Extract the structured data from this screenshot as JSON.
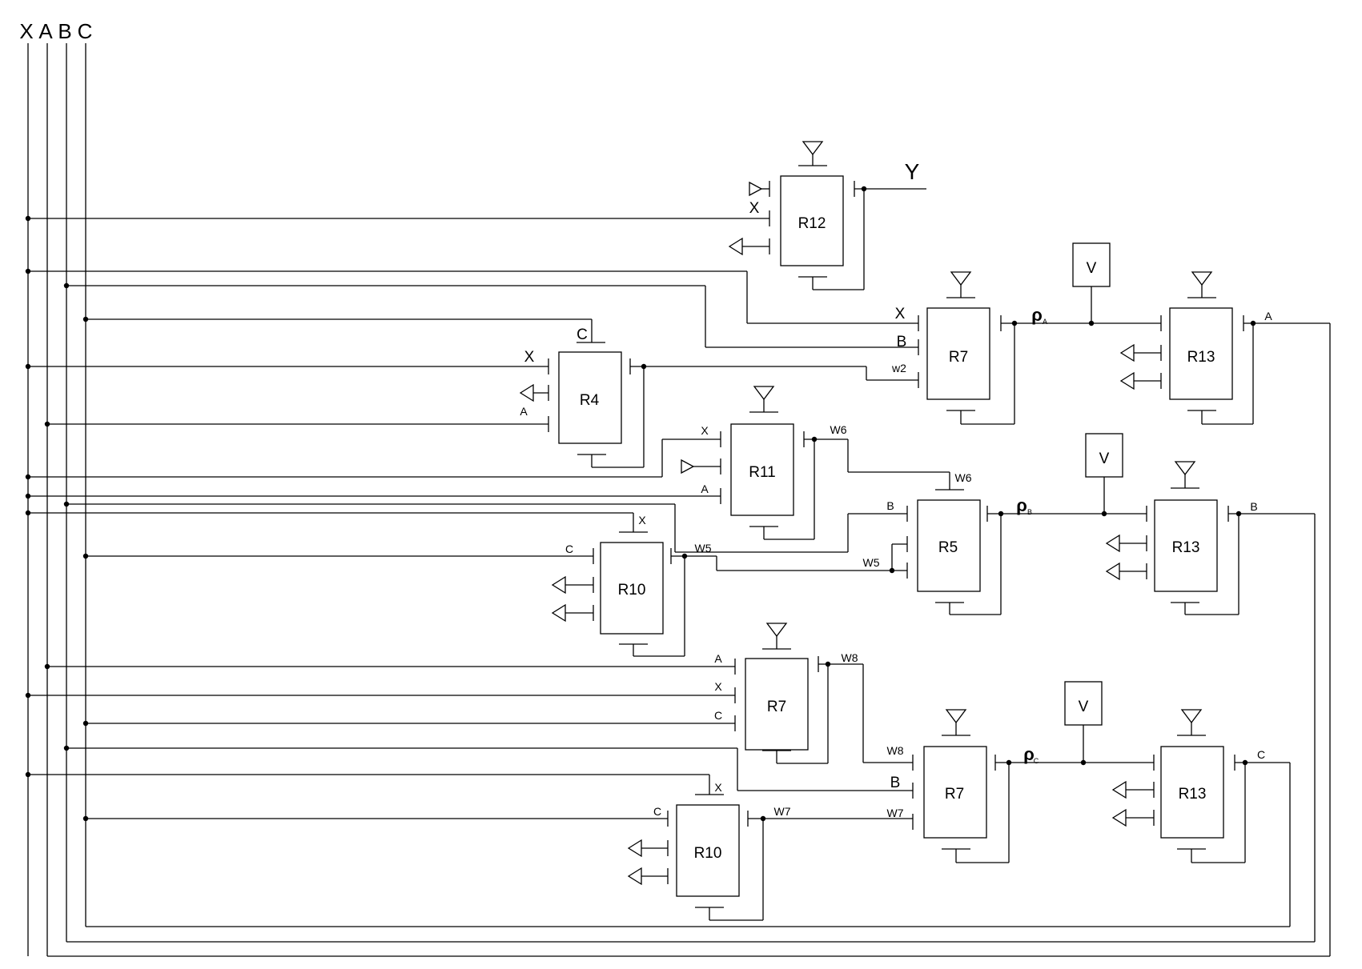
{
  "bus": {
    "labels": [
      "X",
      "A",
      "B",
      "C"
    ]
  },
  "blocks": {
    "r12": "R12",
    "r7_top": "R7",
    "r13_a": "R13",
    "r4": "R4",
    "r11": "R11",
    "r5": "R5",
    "r13_b": "R13",
    "r10_mid": "R10",
    "r7_mid": "R7",
    "r7_low": "R7",
    "r13_c": "R13",
    "r10_low": "R10"
  },
  "v_blocks": {
    "v1": "V",
    "v2": "V",
    "v3": "V"
  },
  "output": {
    "label": "Y"
  },
  "pins": {
    "r12_x": "X",
    "r7top_x": "X",
    "r7top_b": "B",
    "r7top_w2": "w2",
    "r13a_out": "A",
    "r4_c": "C",
    "r4_x": "X",
    "r4_a": "A",
    "r11_x": "X",
    "r11_a": "A",
    "r11_w6": "W6",
    "r5_w6": "W6",
    "r5_b": "B",
    "r5_w5": "W5",
    "r13b_out": "B",
    "r10mid_x": "X",
    "r10mid_c": "C",
    "r10mid_w5": "W5",
    "r7mid_a": "A",
    "r7mid_x": "X",
    "r7mid_c": "C",
    "r7mid_w8": "W8",
    "r7low_w8": "W8",
    "r7low_b": "B",
    "r7low_w7": "W7",
    "r13c_out": "C",
    "r10low_x": "X",
    "r10low_c": "C",
    "r10low_w7": "W7"
  },
  "rho": {
    "a_main": "ρ",
    "a_sub": "A",
    "b_main": "ρ",
    "b_sub": "B",
    "c_main": "ρ",
    "c_sub": "C"
  }
}
